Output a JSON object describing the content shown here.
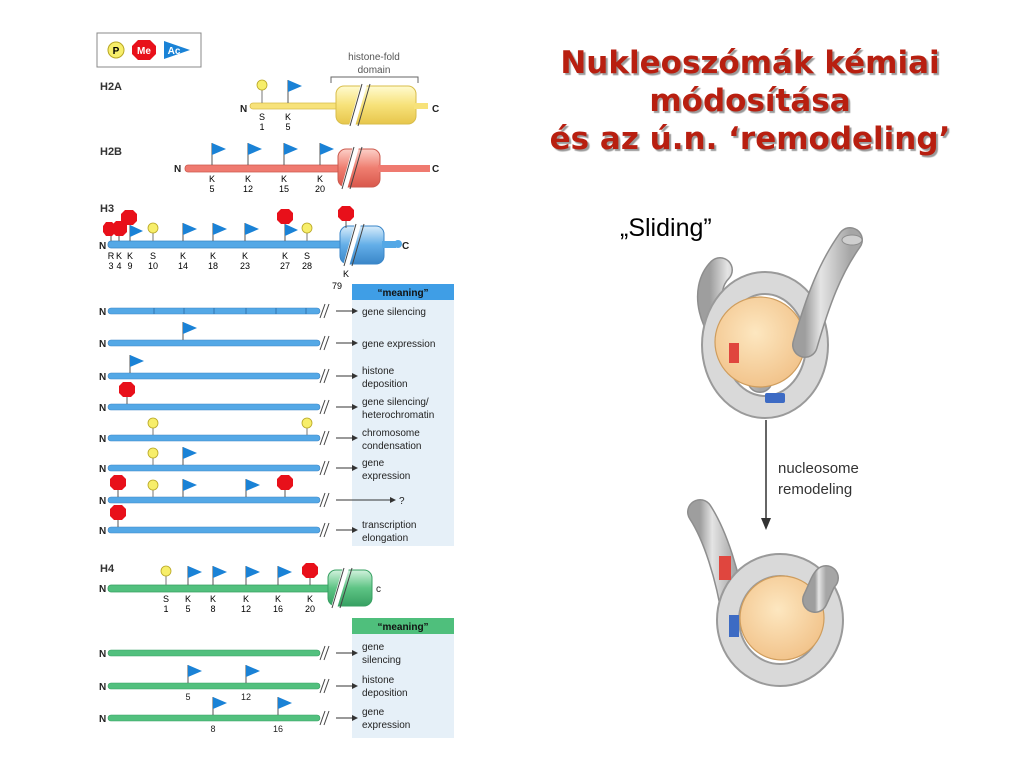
{
  "title": {
    "line1": "Nukleoszómák kémiai",
    "line2": "módosítása",
    "line3": "és az ú.n. ‘remodeling’"
  },
  "sliding_label": "„Sliding”",
  "legend": {
    "p": "P",
    "me": "Me",
    "ac": "Ac"
  },
  "colors": {
    "phospho": "#f7ee6a",
    "methyl": "#e8101a",
    "acetyl": "#1a82d6",
    "h2a": "#f7e580",
    "h2b": "#ef7a70",
    "h3": "#54a8e6",
    "h4": "#52c07e",
    "meaning_blue": "#3f9ee6",
    "meaning_green": "#4fbf7c",
    "panel": "#e6f0f8"
  },
  "domain_label": {
    "line1": "histone-fold",
    "line2": "domain"
  },
  "h2a": {
    "name": "H2A",
    "n": "N",
    "c": "C",
    "sites": [
      {
        "aa": "S",
        "num": "1",
        "type": "P"
      },
      {
        "aa": "K",
        "num": "5",
        "type": "Ac"
      }
    ]
  },
  "h2b": {
    "name": "H2B",
    "n": "N",
    "c": "C",
    "sites": [
      {
        "aa": "K",
        "num": "5",
        "type": "Ac"
      },
      {
        "aa": "K",
        "num": "12",
        "type": "Ac"
      },
      {
        "aa": "K",
        "num": "15",
        "type": "Ac"
      },
      {
        "aa": "K",
        "num": "20",
        "type": "Ac"
      }
    ]
  },
  "h3": {
    "name": "H3",
    "n": "N",
    "c": "C",
    "sites": [
      {
        "aa": "R",
        "num": "3",
        "type": "Me"
      },
      {
        "aa": "K",
        "num": "4",
        "type": "Me"
      },
      {
        "aa": "K",
        "num": "9",
        "type": "Ac"
      },
      {
        "aa": "S",
        "num": "10",
        "type": "P"
      },
      {
        "aa": "K",
        "num": "14",
        "type": "Ac"
      },
      {
        "aa": "K",
        "num": "18",
        "type": "Ac"
      },
      {
        "aa": "K",
        "num": "23",
        "type": "Ac"
      },
      {
        "aa": "K",
        "num": "27",
        "type": "Me"
      },
      {
        "aa": "S",
        "num": "28",
        "type": "P"
      }
    ],
    "k79": {
      "aa": "K",
      "num": "79"
    }
  },
  "h3_meaning": {
    "header": "“meaning”",
    "n": "N",
    "rows": [
      {
        "l1": "gene silencing",
        "l2": ""
      },
      {
        "l1": "gene expression",
        "l2": ""
      },
      {
        "l1": "histone",
        "l2": "deposition"
      },
      {
        "l1": "gene silencing/",
        "l2": "heterochromatin"
      },
      {
        "l1": "chromosome",
        "l2": "condensation"
      },
      {
        "l1": "gene",
        "l2": "expression"
      },
      {
        "l1": "?",
        "l2": ""
      },
      {
        "l1": "transcription",
        "l2": "elongation"
      }
    ]
  },
  "h4": {
    "name": "H4",
    "n": "N",
    "c": "c",
    "sites": [
      {
        "aa": "S",
        "num": "1",
        "type": "P"
      },
      {
        "aa": "K",
        "num": "5",
        "type": "Ac"
      },
      {
        "aa": "K",
        "num": "8",
        "type": "Ac"
      },
      {
        "aa": "K",
        "num": "12",
        "type": "Ac"
      },
      {
        "aa": "K",
        "num": "16",
        "type": "Ac"
      },
      {
        "aa": "K",
        "num": "20",
        "type": "Me"
      }
    ]
  },
  "h4_meaning": {
    "header": "“meaning”",
    "n": "N",
    "rows": [
      {
        "l1": "gene",
        "l2": "silencing",
        "nums": []
      },
      {
        "l1": "histone",
        "l2": "deposition",
        "nums": [
          "5",
          "12"
        ]
      },
      {
        "l1": "gene",
        "l2": "expression",
        "nums": [
          "8",
          "16"
        ]
      }
    ]
  },
  "remodel_label": {
    "line1": "nucleosome",
    "line2": "remodeling"
  }
}
